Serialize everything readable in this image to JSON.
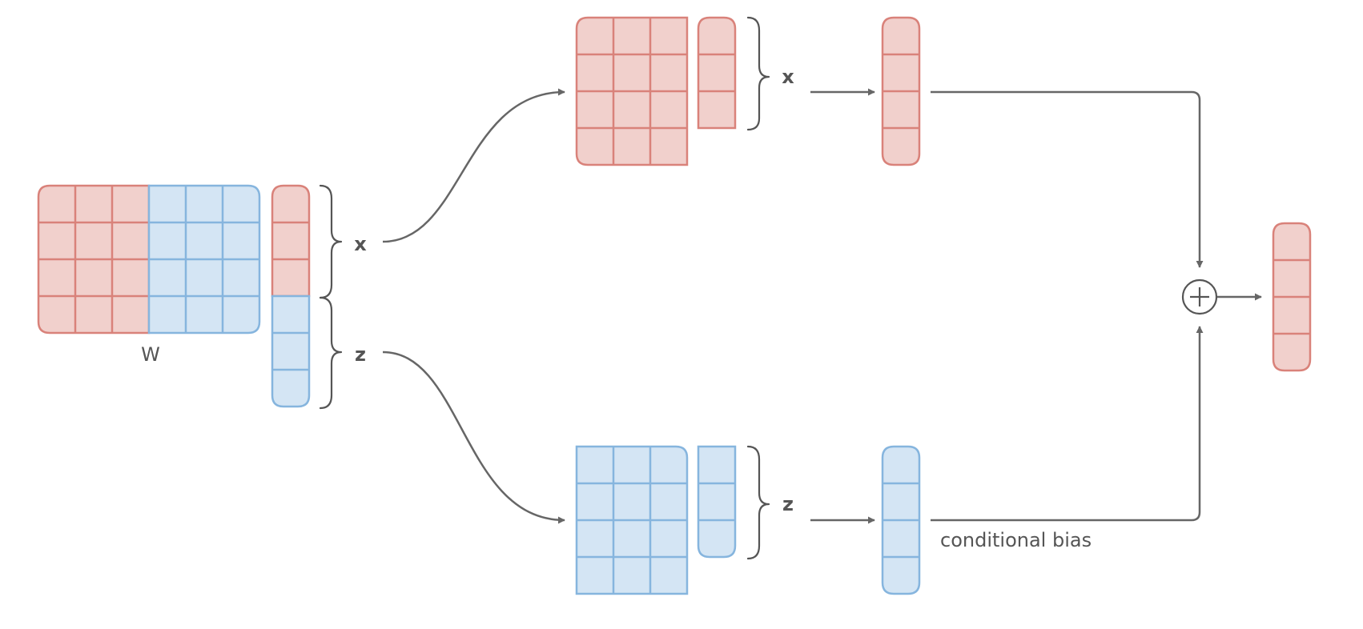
{
  "colors": {
    "red_fill": "#f1d0cc",
    "red_stroke": "#d9827a",
    "blue_fill": "#d4e5f4",
    "blue_stroke": "#86b5de",
    "line": "#666666",
    "text": "#555555"
  },
  "labels": {
    "w": "W",
    "x_input": "x",
    "z_input": "z",
    "x_branch": "x",
    "z_branch": "z",
    "conditional_bias": "conditional bias"
  },
  "icons": {
    "sum": "plus-in-circle-icon",
    "arrowhead": "arrowhead-icon",
    "brace": "curly-brace-icon"
  }
}
